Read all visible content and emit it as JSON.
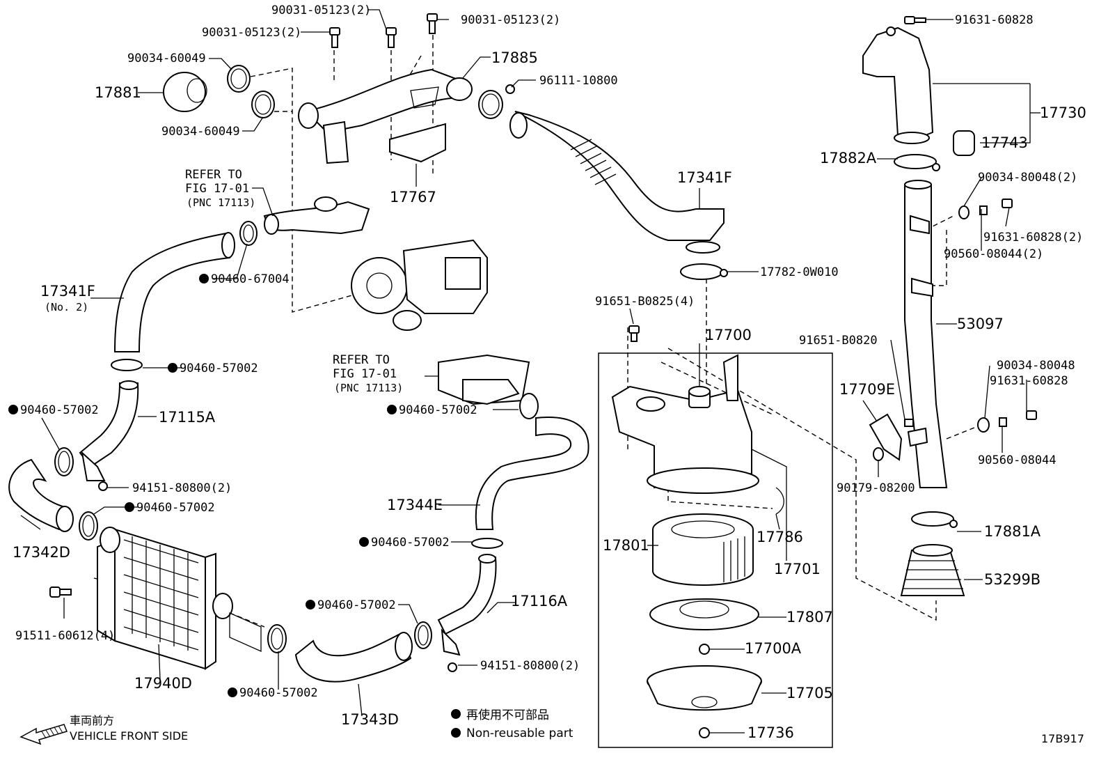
{
  "diagram_code": "17B917",
  "legend": {
    "non_reusable_jp": "再使用不可部品",
    "non_reusable_en": "Non-reusable part",
    "front_jp": "車両前方",
    "front_en": "VEHICLE FRONT SIDE"
  },
  "labels": {
    "p_90031_a": "90031-05123(2)",
    "p_90031_b": "90031-05123(2)",
    "p_90031_c": "90031-05123(2)",
    "p_90034_60049_a": "90034-60049",
    "p_90034_60049_b": "90034-60049",
    "p_17881": "17881",
    "p_17885": "17885",
    "p_96111": "96111-10800",
    "p_17767": "17767",
    "refer1_a": "REFER TO",
    "refer1_b": "FIG 17-01",
    "refer1_c": "(PNC 17113)",
    "p_90460_67004": "90460-67004",
    "p_17341f_no2": "17341F",
    "p_no2": "(No. 2)",
    "p_17341f": "17341F",
    "p_17782": "17782-0W010",
    "p_91651_b0825": "91651-B0825(4)",
    "p_17700": "17700",
    "p_90460_57002_a": "90460-57002",
    "p_90460_57002_b": "90460-57002",
    "p_17115a": "17115A",
    "p_94151_a": "94151-80800(2)",
    "p_90460_57002_c": "90460-57002",
    "p_17342d": "17342D",
    "p_91511": "91511-60612(4)",
    "p_17940d": "17940D",
    "refer2_a": "REFER TO",
    "refer2_b": "FIG 17-01",
    "refer2_c": "(PNC 17113)",
    "p_90460_57002_d": "90460-57002",
    "p_17344e": "17344E",
    "p_90460_57002_e": "90460-57002",
    "p_17116a": "17116A",
    "p_90460_57002_f": "90460-57002",
    "p_94151_b": "94151-80800(2)",
    "p_90460_57002_g": "90460-57002",
    "p_17343d": "17343D",
    "p_17801": "17801",
    "p_17786": "17786",
    "p_17701": "17701",
    "p_17807": "17807",
    "p_17700a": "17700A",
    "p_17705": "17705",
    "p_17736": "17736",
    "p_91631_60828_a": "91631-60828",
    "p_17730": "17730",
    "p_17743": "17743",
    "p_17882a": "17882A",
    "p_90034_80048_2": "90034-80048(2)",
    "p_91631_60828_2": "91631-60828(2)",
    "p_90560_08044_2": "90560-08044(2)",
    "p_53097": "53097",
    "p_91651_b0820": "91651-B0820",
    "p_17709e": "17709E",
    "p_90034_80048": "90034-80048",
    "p_91631_60828_b": "91631-60828",
    "p_90179": "90179-08200",
    "p_90560_08044": "90560-08044",
    "p_17881a": "17881A",
    "p_53299b": "53299B"
  }
}
